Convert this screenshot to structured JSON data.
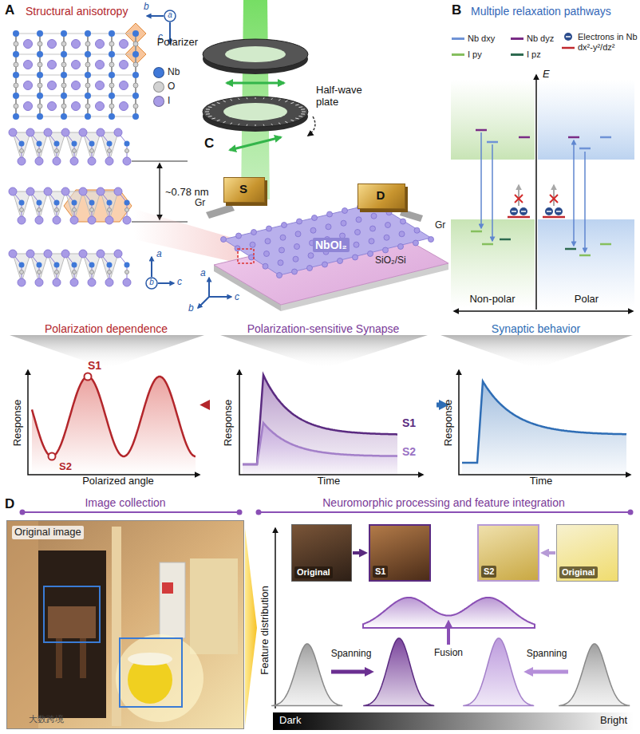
{
  "diagram": {
    "nodes": [
      {
        "text": [
          "S"
        ]
      },
      {
        "text": [
          "D"
        ]
      },
      {
        "text": [
          "Polarization dependence",
          "Response",
          "Polarized angle",
          "S1",
          "S2"
        ]
      },
      {
        "text": [
          "Polarization-sensitive Synapse",
          "Response",
          "Time",
          "S1",
          "S2"
        ]
      },
      {
        "text": [
          "Synaptic behavior",
          "Response",
          "Time"
        ]
      },
      {
        "text": [
          "Original image"
        ]
      },
      {
        "text": [
          "Original"
        ]
      },
      {
        "text": [
          "S1"
        ]
      },
      {
        "text": [
          "S2"
        ]
      },
      {
        "text": [
          "Original"
        ]
      }
    ],
    "edges": [
      {
        "from": 2,
        "to": 3,
        "arrow": "to"
      },
      {
        "from": 4,
        "to": 3,
        "arrow": "to"
      },
      {
        "from": 6,
        "to": 7,
        "arrow": "to"
      },
      {
        "from": 9,
        "to": 8,
        "arrow": "to"
      }
    ],
    "labels": [
      "A",
      "Structural anisotropy",
      "b",
      "a",
      "c",
      "~0.78 nm",
      "a",
      "b",
      "c",
      "Polarizer",
      "Half-wave plate",
      "C",
      "Gr",
      "Gr",
      "NbOI₂",
      "SiO₂/Si",
      "a",
      "b",
      "c",
      "B",
      "Multiple relaxation pathways",
      "E",
      "Non-polar",
      "Polar",
      "D",
      "Image collection",
      "Neuromorphic processing and feature integration",
      "Feature distribution",
      "Spanning",
      "Fusion",
      "Spanning",
      "Dark",
      "Bright",
      "大数跨境"
    ],
    "legend": [
      {
        "text": "Nb",
        "color": "#3f78d8"
      },
      {
        "text": "O",
        "color": "#d2d2d2"
      },
      {
        "text": "I",
        "color": "#a89be6"
      },
      {
        "text": "Nb dxy",
        "color": "#6f93d6"
      },
      {
        "text": "Nb dyz",
        "color": "#7a2c86"
      },
      {
        "text": "I py",
        "color": "#86bf5e"
      },
      {
        "text": "I pz",
        "color": "#2e6a50"
      },
      {
        "text": "Electrons in Nb dx²-y²/dz²"
      }
    ]
  }
}
